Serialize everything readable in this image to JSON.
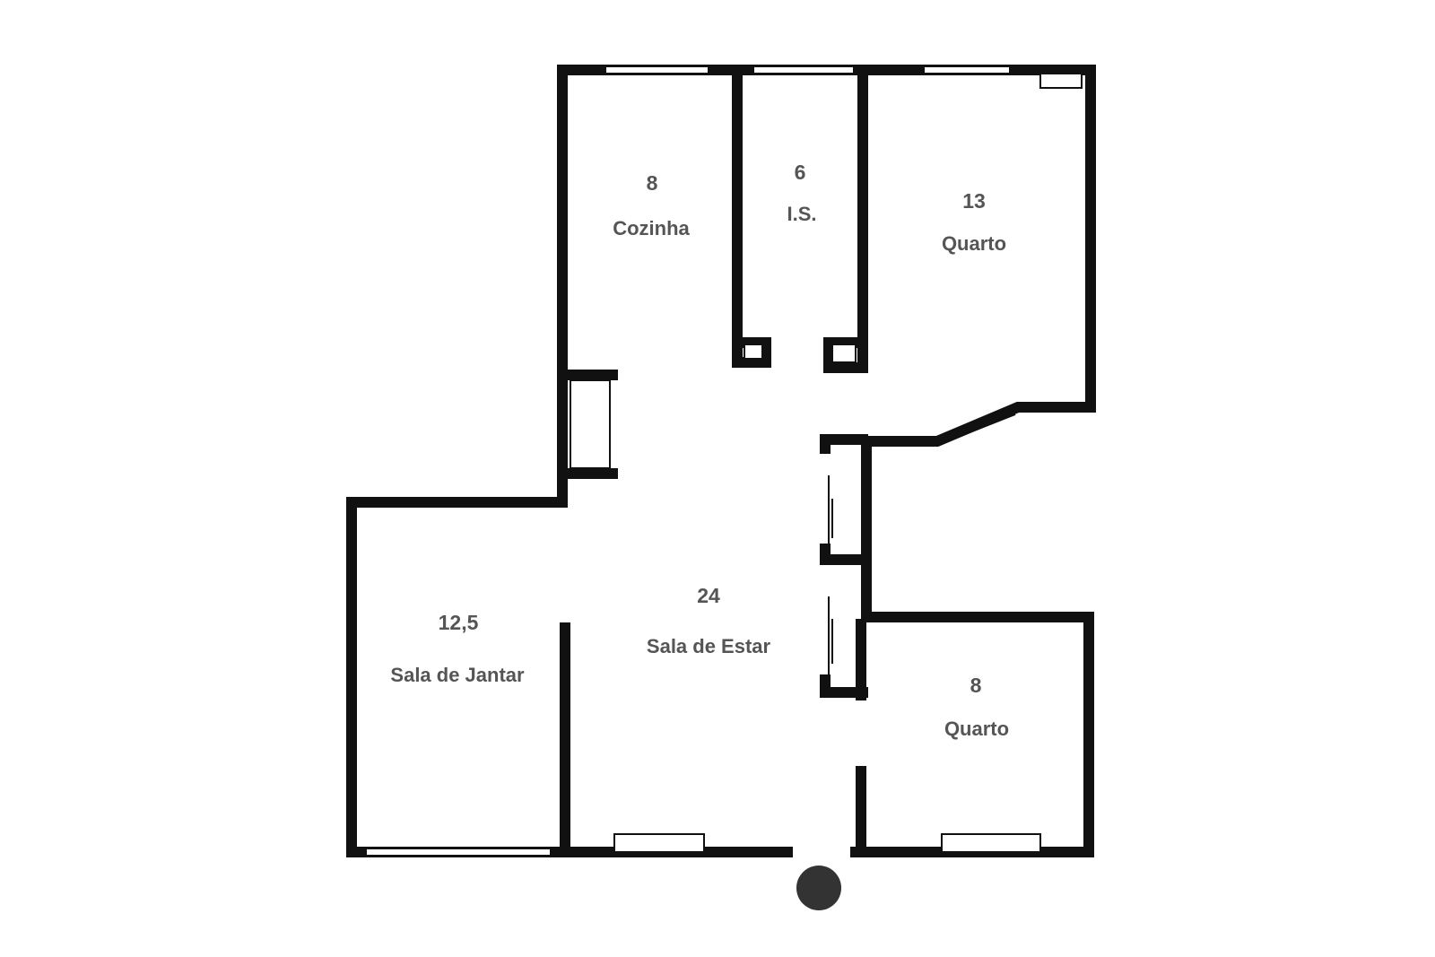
{
  "rooms": [
    {
      "id": "cozinha",
      "area": "8",
      "name": "Cozinha"
    },
    {
      "id": "is",
      "area": "6",
      "name": "I.S."
    },
    {
      "id": "quarto-1",
      "area": "13",
      "name": "Quarto"
    },
    {
      "id": "sala-jantar",
      "area": "12,5",
      "name": "Sala de Jantar"
    },
    {
      "id": "sala-estar",
      "area": "24",
      "name": "Sala de Estar"
    },
    {
      "id": "quarto-2",
      "area": "8",
      "name": "Quarto"
    }
  ],
  "colors": {
    "wall": "#111111",
    "label": "#555555",
    "entrance_marker": "#333333"
  },
  "icons": {
    "entrance": "entrance-dot-icon"
  }
}
